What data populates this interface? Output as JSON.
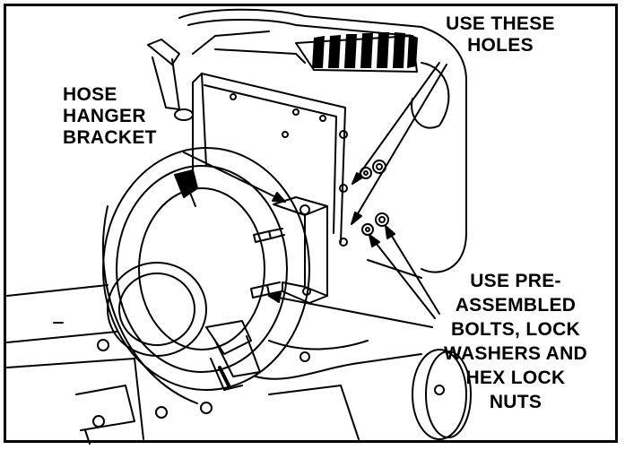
{
  "labels": {
    "use_these_holes": [
      "USE THESE",
      "HOLES"
    ],
    "hose_hanger_bracket": [
      "HOSE",
      "HANGER",
      "BRACKET"
    ],
    "use_preassembled": [
      "USE PRE-",
      "ASSEMBLED",
      "BOLTS, LOCK",
      "WASHERS AND",
      "HEX LOCK",
      "NUTS"
    ]
  },
  "colors": {
    "ink": "#000000",
    "paper": "#ffffff"
  }
}
